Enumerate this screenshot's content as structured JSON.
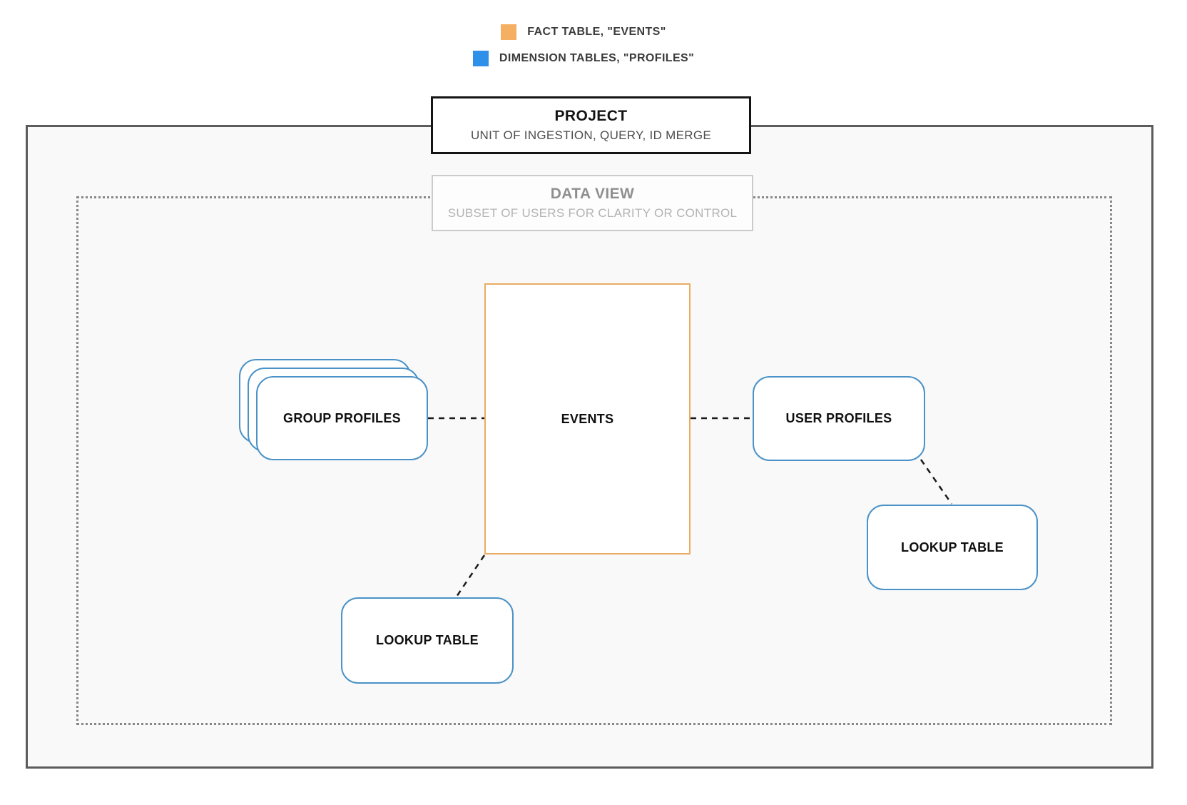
{
  "colors": {
    "fact_orange": "#F5AF63",
    "dimension_blue": "#2E90E8",
    "events_border": "#EBAD64",
    "node_blue": "#4A92C7",
    "legend_text": "#3b3b3b",
    "outer_border": "#5c5c5e",
    "outer_fill": "#f9f9f9",
    "dotted_border": "#878787",
    "project_border": "#141414",
    "project_subtitle": "#4d4d4d",
    "dataview_border": "#cbcbcb",
    "dataview_title": "#8f8f8f",
    "dataview_subtitle": "#b3b3b3",
    "connector_color": "#1a1a1a"
  },
  "legend": {
    "items": [
      {
        "label": "FACT TABLE, \"EVENTS\"",
        "swatch": "fact_orange"
      },
      {
        "label": "DIMENSION TABLES, \"PROFILES\"",
        "swatch": "dimension_blue"
      }
    ]
  },
  "project": {
    "title": "PROJECT",
    "subtitle": "UNIT OF INGESTION, QUERY, ID MERGE"
  },
  "data_view": {
    "title": "DATA VIEW",
    "subtitle": "SUBSET OF USERS FOR CLARITY OR CONTROL"
  },
  "nodes": {
    "events": {
      "label": "EVENTS"
    },
    "group_profiles": {
      "label": "GROUP PROFILES"
    },
    "user_profiles": {
      "label": "USER PROFILES"
    },
    "lookup_table_left": {
      "label": "LOOKUP TABLE"
    },
    "lookup_table_right": {
      "label": "LOOKUP TABLE"
    }
  }
}
